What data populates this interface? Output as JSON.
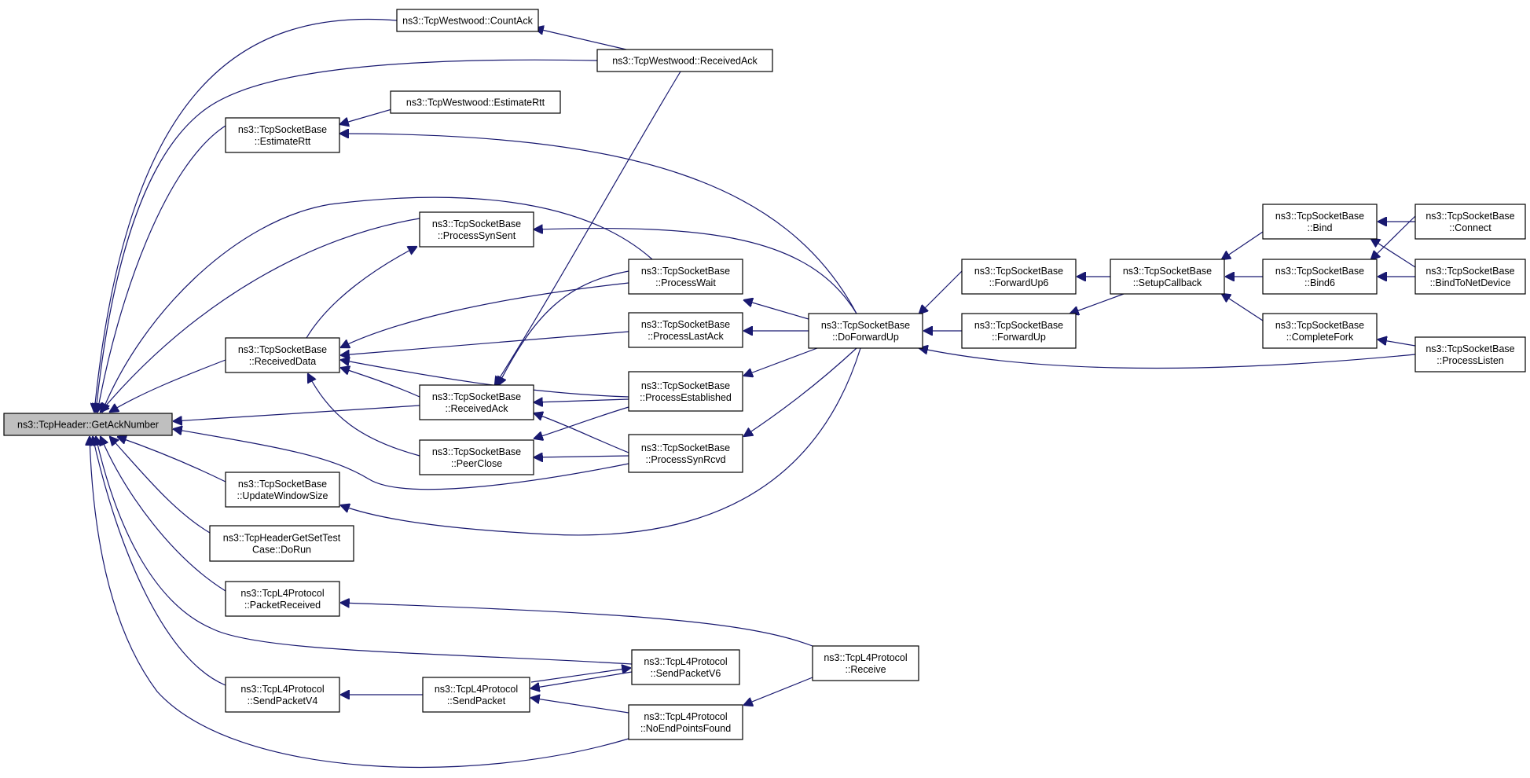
{
  "colors": {
    "edge": "#191970",
    "node_border": "#000000",
    "focus_fill": "#bfbfbf",
    "node_fill": "#ffffff"
  },
  "nodes": [
    {
      "id": "getacknumber",
      "lines": [
        "ns3::TcpHeader::GetAckNumber"
      ],
      "focus": true
    },
    {
      "id": "westwood-countack",
      "lines": [
        "ns3::TcpWestwood::CountAck"
      ]
    },
    {
      "id": "westwood-receivedack",
      "lines": [
        "ns3::TcpWestwood::ReceivedAck"
      ]
    },
    {
      "id": "westwood-estimatertt",
      "lines": [
        "ns3::TcpWestwood::EstimateRtt"
      ]
    },
    {
      "id": "tsb-estimatertt",
      "lines": [
        "ns3::TcpSocketBase",
        "::EstimateRtt"
      ]
    },
    {
      "id": "tsb-processsynsent",
      "lines": [
        "ns3::TcpSocketBase",
        "::ProcessSynSent"
      ]
    },
    {
      "id": "tsb-processwait",
      "lines": [
        "ns3::TcpSocketBase",
        "::ProcessWait"
      ]
    },
    {
      "id": "tsb-processlastack",
      "lines": [
        "ns3::TcpSocketBase",
        "::ProcessLastAck"
      ]
    },
    {
      "id": "tsb-receiveddata",
      "lines": [
        "ns3::TcpSocketBase",
        "::ReceivedData"
      ]
    },
    {
      "id": "tsb-receivedack",
      "lines": [
        "ns3::TcpSocketBase",
        "::ReceivedAck"
      ]
    },
    {
      "id": "tsb-processestablished",
      "lines": [
        "ns3::TcpSocketBase",
        "::ProcessEstablished"
      ]
    },
    {
      "id": "tsb-peerclose",
      "lines": [
        "ns3::TcpSocketBase",
        "::PeerClose"
      ]
    },
    {
      "id": "tsb-processsynrcvd",
      "lines": [
        "ns3::TcpSocketBase",
        "::ProcessSynRcvd"
      ]
    },
    {
      "id": "tsb-updatewindowsize",
      "lines": [
        "ns3::TcpSocketBase",
        "::UpdateWindowSize"
      ]
    },
    {
      "id": "tcpheadergetsettest-dorun",
      "lines": [
        "ns3::TcpHeaderGetSetTest",
        "Case::DoRun"
      ]
    },
    {
      "id": "tcpl4-packetreceived",
      "lines": [
        "ns3::TcpL4Protocol",
        "::PacketReceived"
      ]
    },
    {
      "id": "tcpl4-sendpacketv4",
      "lines": [
        "ns3::TcpL4Protocol",
        "::SendPacketV4"
      ]
    },
    {
      "id": "tcpl4-sendpacket",
      "lines": [
        "ns3::TcpL4Protocol",
        "::SendPacket"
      ]
    },
    {
      "id": "tcpl4-sendpacketv6",
      "lines": [
        "ns3::TcpL4Protocol",
        "::SendPacketV6"
      ]
    },
    {
      "id": "tcpl4-noendpointsfound",
      "lines": [
        "ns3::TcpL4Protocol",
        "::NoEndPointsFound"
      ]
    },
    {
      "id": "tcpl4-receive",
      "lines": [
        "ns3::TcpL4Protocol",
        "::Receive"
      ]
    },
    {
      "id": "tsb-doforwardup",
      "lines": [
        "ns3::TcpSocketBase",
        "::DoForwardUp"
      ]
    },
    {
      "id": "tsb-forwardup6",
      "lines": [
        "ns3::TcpSocketBase",
        "::ForwardUp6"
      ]
    },
    {
      "id": "tsb-forwardup",
      "lines": [
        "ns3::TcpSocketBase",
        "::ForwardUp"
      ]
    },
    {
      "id": "tsb-setupcallback",
      "lines": [
        "ns3::TcpSocketBase",
        "::SetupCallback"
      ]
    },
    {
      "id": "tsb-bind",
      "lines": [
        "ns3::TcpSocketBase",
        "::Bind"
      ]
    },
    {
      "id": "tsb-bind6",
      "lines": [
        "ns3::TcpSocketBase",
        "::Bind6"
      ]
    },
    {
      "id": "tsb-completefork",
      "lines": [
        "ns3::TcpSocketBase",
        "::CompleteFork"
      ]
    },
    {
      "id": "tsb-connect",
      "lines": [
        "ns3::TcpSocketBase",
        "::Connect"
      ]
    },
    {
      "id": "tsb-bindtonetdevice",
      "lines": [
        "ns3::TcpSocketBase",
        "::BindToNetDevice"
      ]
    },
    {
      "id": "tsb-processlisten",
      "lines": [
        "ns3::TcpSocketBase",
        "::ProcessListen"
      ]
    }
  ]
}
